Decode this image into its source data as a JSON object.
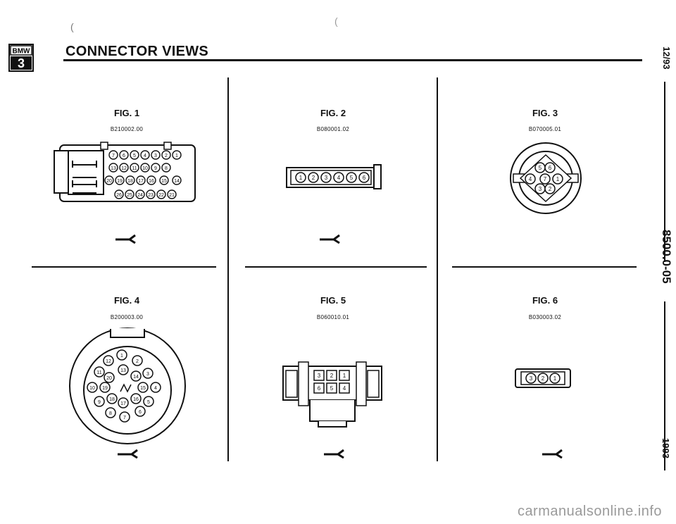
{
  "header": {
    "logo_text": "BMW",
    "logo_series": "3",
    "title": "CONNECTOR VIEWS"
  },
  "side": {
    "date": "12/93",
    "page_number": "8500.0-05",
    "year": "1993"
  },
  "figures": [
    {
      "label": "FIG. 1",
      "code": "B210002.00"
    },
    {
      "label": "FIG. 2",
      "code": "B080001.02"
    },
    {
      "label": "FIG. 3",
      "code": "B070005.01"
    },
    {
      "label": "FIG. 4",
      "code": "B200003.00"
    },
    {
      "label": "FIG. 5",
      "code": "B060010.01"
    },
    {
      "label": "FIG. 6",
      "code": "B030003.02"
    }
  ],
  "watermark": "carmanualsonline.info"
}
